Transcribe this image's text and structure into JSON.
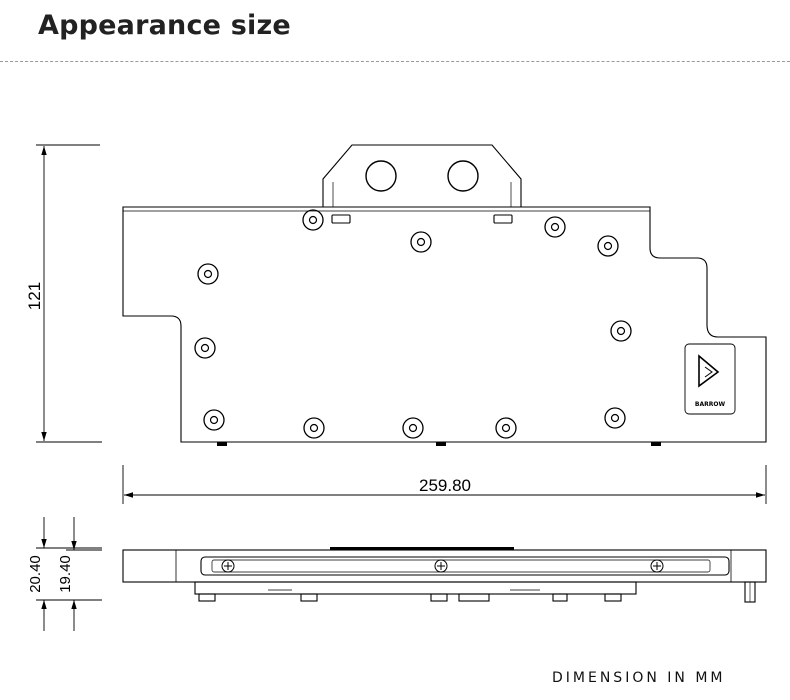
{
  "title": "Appearance size",
  "dimensions": {
    "height": "121",
    "width": "259.80",
    "side_total": "20.40",
    "side_body": "19.40"
  },
  "brand": {
    "logo_text": "BARROW"
  },
  "footer": "DIMENSION IN MM",
  "colors": {
    "line": "#000000",
    "title": "#222222",
    "rule": "#9a9a9a"
  }
}
